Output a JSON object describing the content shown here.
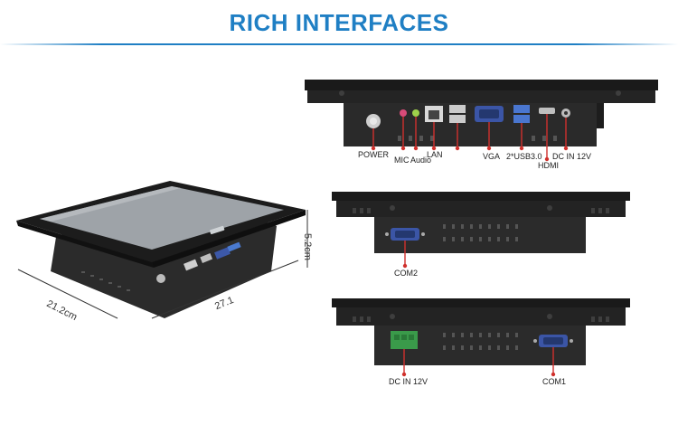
{
  "title": "RICH INTERFACES",
  "dimensions": {
    "width": "21.2cm",
    "length": "27.1",
    "depth": "5.2cm"
  },
  "bottom_view_1": {
    "labels": [
      "POWER",
      "MIC",
      "Audio",
      "LAN",
      "VGA",
      "2*USB3.0",
      "HDMI",
      "DC IN 12V"
    ]
  },
  "side_view_2": {
    "labels": [
      "COM2"
    ]
  },
  "side_view_3": {
    "labels": [
      "DC IN 12V",
      "COM1"
    ]
  },
  "colors": {
    "accent": "#1f7fc4",
    "pointer": "#d0312d",
    "terminal": "#3a9a4a",
    "bezel": "#1c1c1c",
    "body": "#2a2a2a"
  }
}
